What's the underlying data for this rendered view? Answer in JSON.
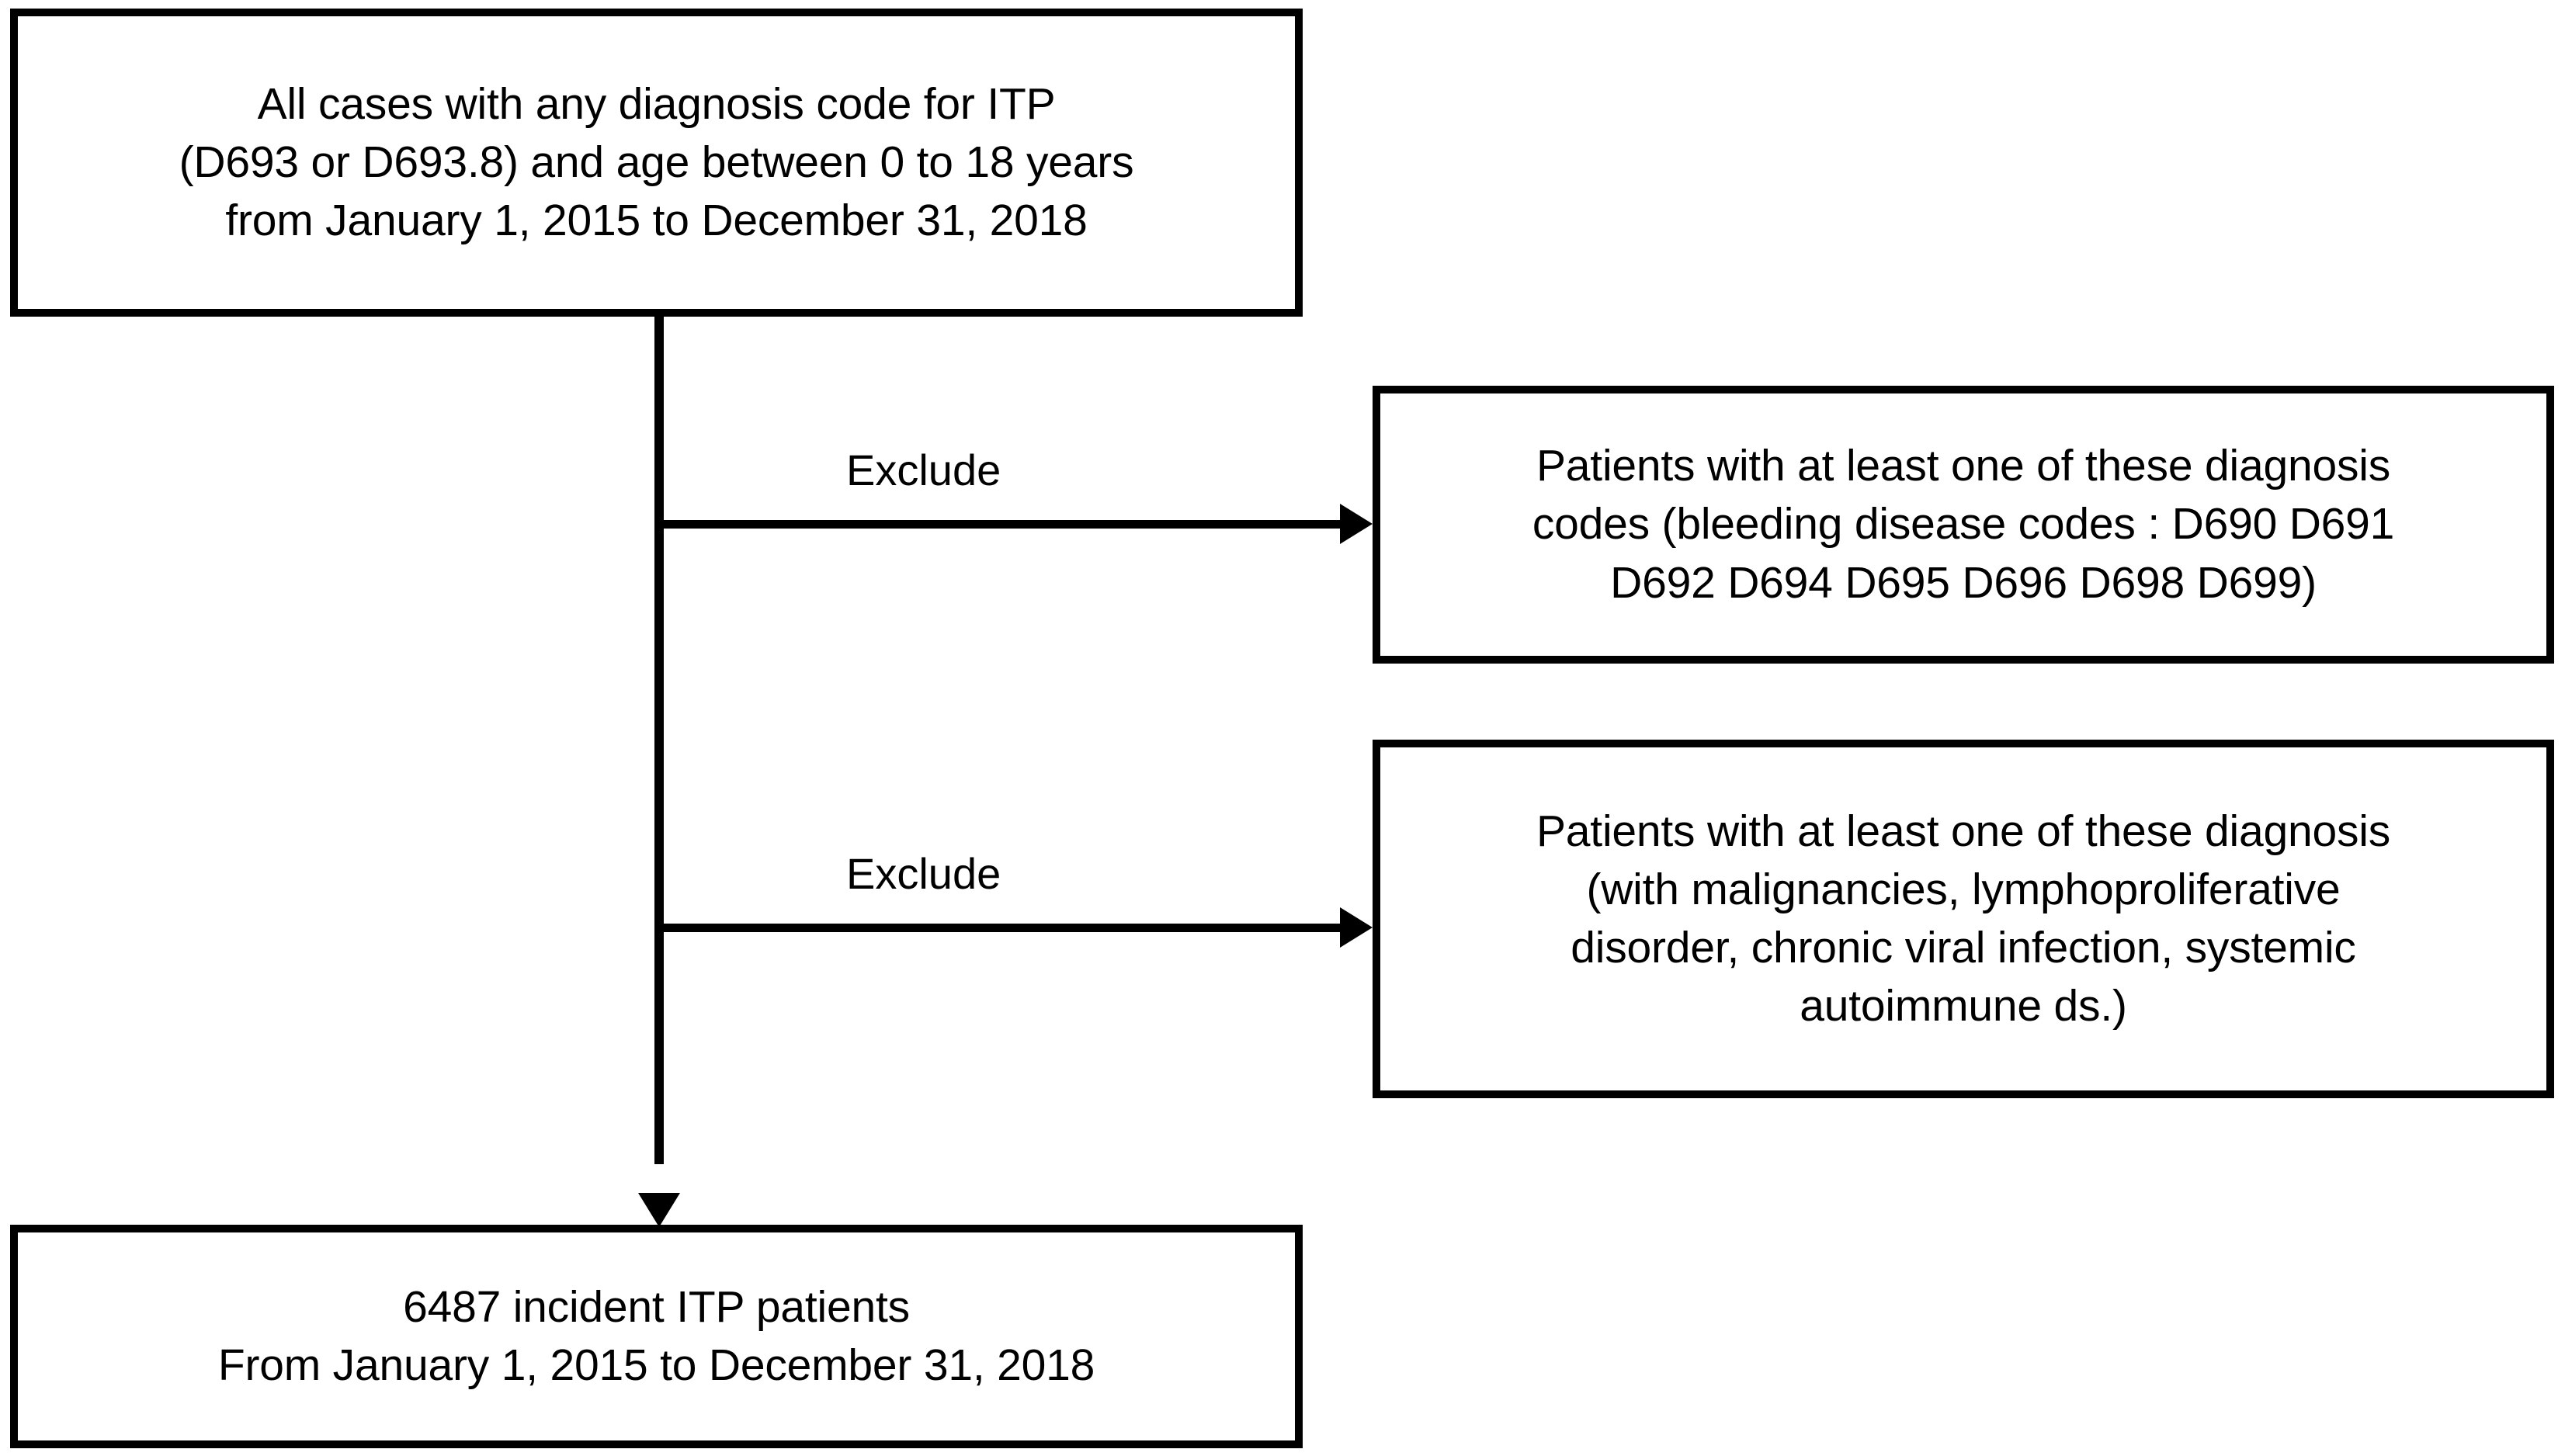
{
  "diagram": {
    "type": "flowchart",
    "title": "ITP cohort selection flow diagram",
    "orientation": "top-to-bottom with right-side exclusion branches",
    "colors": {
      "stroke": "#000000",
      "fill": "#FFFFFF",
      "text": "#000000"
    },
    "nodes": {
      "source_cohort": {
        "id": "box-top",
        "text": "All cases with any diagnosis code for ITP\n(D693 or D693.8) and age between 0 to 18 years\nfrom January 1, 2015 to December 31, 2018",
        "lines": [
          "All cases with any diagnosis code for ITP",
          "(D693 or D693.8) and age between 0 to 18 years",
          "from January 1, 2015 to December 31, 2018"
        ]
      },
      "exclusion_1": {
        "id": "box-exclude-1",
        "text": "Patients with at least one of these diagnosis\ncodes (bleeding disease codes : D690 D691\nD692 D694 D695 D696 D698 D699)",
        "lines": [
          "Patients with at least one of these diagnosis",
          "codes (bleeding disease codes : D690 D691",
          "D692 D694 D695 D696 D698 D699)"
        ]
      },
      "exclusion_2": {
        "id": "box-exclude-2",
        "text": "Patients with at least one of these diagnosis\n(with malignancies, lymphoproliferative\ndisorder, chronic viral infection, systemic\nautoimmune ds.)",
        "lines": [
          "Patients with at least one of these diagnosis",
          "(with malignancies, lymphoproliferative",
          "disorder, chronic viral infection, systemic",
          "autoimmune ds.)"
        ]
      },
      "final_cohort": {
        "id": "box-bottom",
        "text": "6487 incident ITP patients\nFrom January 1, 2015 to December 31, 2018",
        "lines": [
          "6487 incident ITP patients",
          "From January 1, 2015 to December 31, 2018"
        ],
        "count": "6487"
      }
    },
    "edges": {
      "exclude_1_label": "Exclude",
      "exclude_2_label": "Exclude"
    }
  }
}
